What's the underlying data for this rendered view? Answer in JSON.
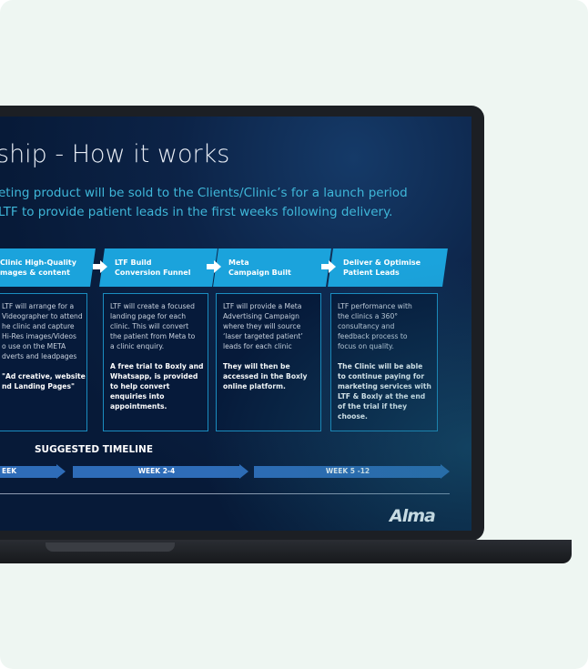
{
  "slide": {
    "title": "ship - How it works",
    "subtitle_lines": [
      "eting product will be sold to the Clients/Clinic’s for a launch period",
      "LTF to provide patient leads in the first weeks following delivery."
    ],
    "steps": [
      {
        "title": [
          "Clinic High-Quality",
          "mages & content"
        ],
        "body": [
          "LTF will arrange for a",
          "Videographer to attend",
          "he clinic and capture",
          "Hi-Res images/Videos",
          "o use on the META",
          "dverts and leadpages"
        ],
        "bold": [
          "\"Ad creative, website",
          "nd Landing Pages\""
        ]
      },
      {
        "title": [
          "LTF Build",
          "Conversion Funnel"
        ],
        "body": [
          "LTF will create a focused",
          "landing page for each",
          "clinic. This will convert",
          "the patient from Meta to",
          "a clinic enquiry."
        ],
        "bold": [
          "A free trial to Boxly and",
          "Whatsapp, is provided",
          "to  help convert",
          "enquiries into",
          "appointments."
        ]
      },
      {
        "title": [
          "Meta",
          "Campaign Built"
        ],
        "body": [
          "LTF will provide a Meta",
          "Advertising Campaign",
          "where they will source",
          "‘laser targeted patient’",
          "leads for each clinic"
        ],
        "bold": [
          "They will then be",
          "accessed in the Boxly",
          "online platform."
        ]
      },
      {
        "title": [
          "Deliver & Optimise",
          "Patient Leads"
        ],
        "body": [
          "LTF performance with",
          "the clinics a 360°",
          "consultancy and",
          "feedback process to",
          "focus on quality."
        ],
        "bold": [
          "The Clinic will be able",
          "to continue paying for",
          "marketing services with",
          "LTF & Boxly at the end",
          "of the trial if they",
          "choose."
        ]
      }
    ],
    "timeline_label": "SUGGESTED TIMELINE",
    "timeline": [
      "EEK",
      "WEEK 2-4",
      "WEEK 5 -12"
    ],
    "logo": "Alma"
  }
}
